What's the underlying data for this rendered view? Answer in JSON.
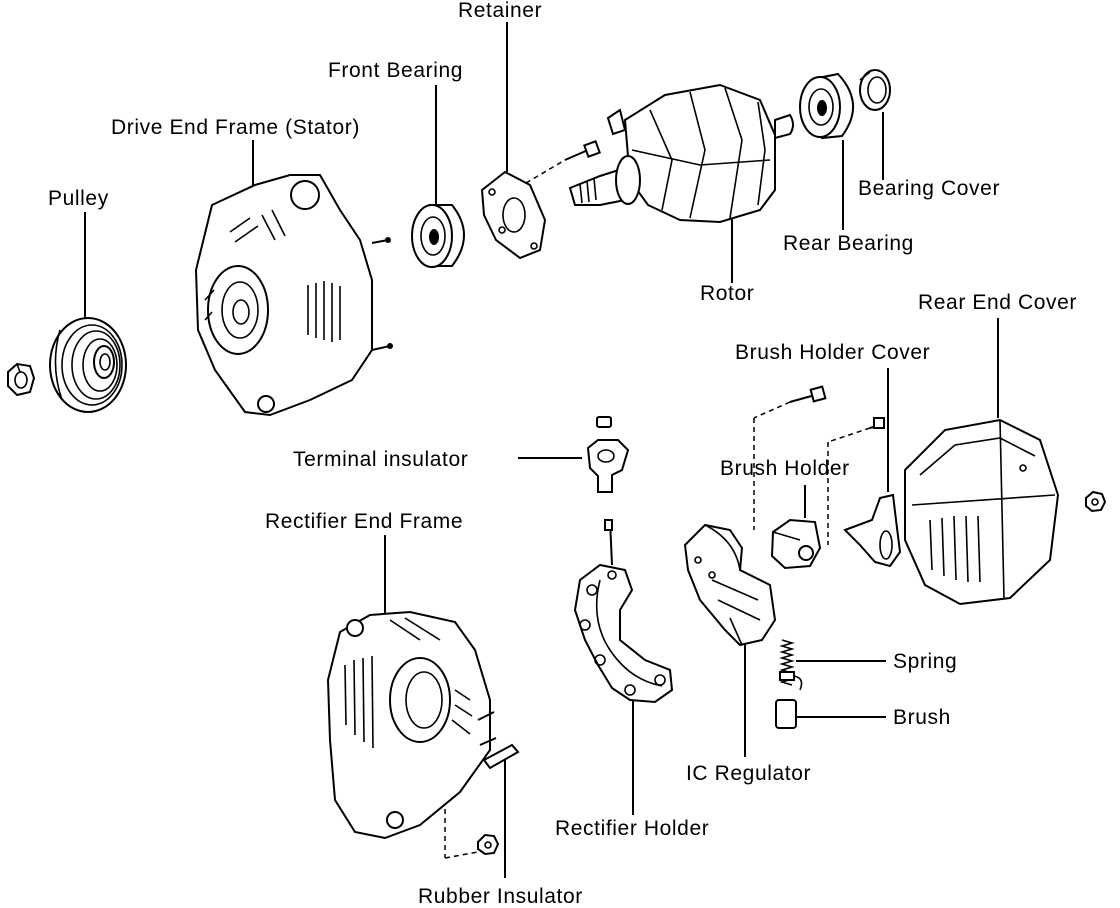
{
  "labels": {
    "retainer": "Retainer",
    "front_bearing": "Front Bearing",
    "drive_end_frame": "Drive End Frame (Stator)",
    "pulley": "Pulley",
    "bearing_cover": "Bearing Cover",
    "rear_bearing": "Rear Bearing",
    "rotor": "Rotor",
    "rear_end_cover": "Rear End Cover",
    "brush_holder_cover": "Brush Holder Cover",
    "terminal_insulator": "Terminal insulator",
    "brush_holder": "Brush Holder",
    "rectifier_end_frame": "Rectifier End Frame",
    "spring": "Spring",
    "brush": "Brush",
    "ic_regulator": "IC Regulator",
    "rectifier_holder": "Rectifier Holder",
    "rubber_insulator": "Rubber Insulator"
  },
  "parts": [
    "nut-icon",
    "pulley-icon",
    "stator-frame-icon",
    "bearing-icon",
    "retainer-plate-icon",
    "screw-icon",
    "rotor-icon",
    "bearing-cover-icon",
    "rear-cover-icon",
    "brush-holder-icon",
    "ic-regulator-icon",
    "rectifier-holder-icon",
    "rectifier-frame-icon",
    "spring-icon",
    "brush-icon",
    "terminal-insulator-icon",
    "rubber-insulator-icon"
  ]
}
